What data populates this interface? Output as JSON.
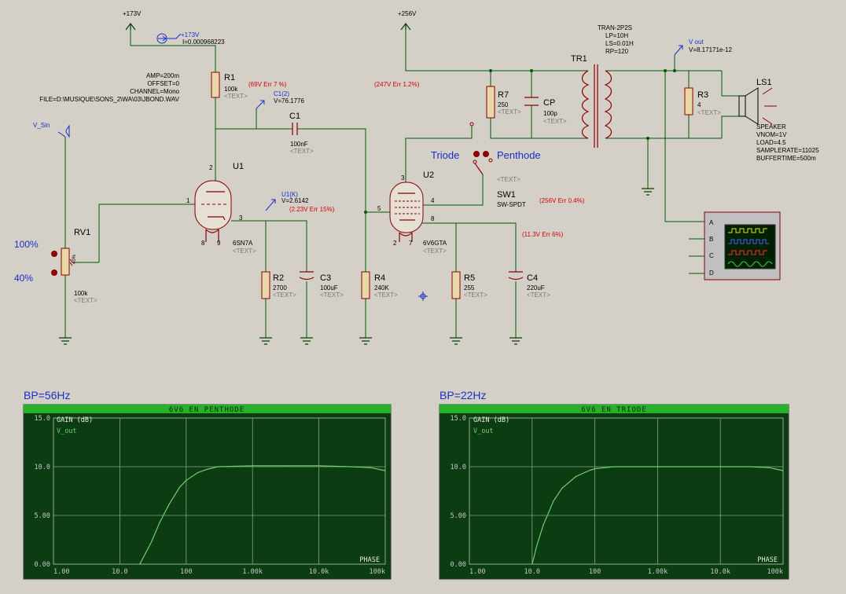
{
  "supplies": {
    "left": "+173V",
    "right": "+256V"
  },
  "probe_current": {
    "name": "+173V",
    "value": "I=0.000968223"
  },
  "audio_source": {
    "amp": "AMP=200m",
    "offset": "OFFSET=0",
    "channel": "CHANNEL=Mono",
    "file": "FILE=D:\\MUSIQUE\\SONS_2\\WA\\03\\JBOND.WAV"
  },
  "v_sin": "V_Sin",
  "rv1": {
    "ref": "RV1",
    "value": "100k",
    "text": "<TEXT>",
    "pos_top": "100%",
    "pos_bottom": "40%",
    "wiper": "40%"
  },
  "r1": {
    "ref": "R1",
    "value": "100k",
    "text": "<TEXT>"
  },
  "r1_annot": "(69V Err 7 %)",
  "c1_probe": {
    "name": "C1(2)",
    "value": "V=76.1776"
  },
  "c1": {
    "ref": "C1",
    "value": "100nF",
    "text": "<TEXT>"
  },
  "u1": {
    "ref": "U1",
    "type": "6SN7A",
    "text": "<TEXT>",
    "pin_grid": "1",
    "pin_plate": "2",
    "pin_cathode": "3",
    "pin_h1": "8",
    "pin_h2": "9"
  },
  "u1k_probe": {
    "name": "U1(K)",
    "value": "V=2.6142"
  },
  "u1k_annot": "(2.23V Err 15%)",
  "r2": {
    "ref": "R2",
    "value": "2700",
    "text": "<TEXT>"
  },
  "c3": {
    "ref": "C3",
    "value": "100uF",
    "text": "<TEXT>"
  },
  "r4": {
    "ref": "R4",
    "value": "240K",
    "text": "<TEXT>"
  },
  "u2": {
    "ref": "U2",
    "type": "6V6GTA",
    "text": "<TEXT>",
    "pin_plate": "3",
    "pin_g2": "4",
    "pin_grid": "5",
    "pin_cathode": "8",
    "pin_h1": "2",
    "pin_h2": "7"
  },
  "r5": {
    "ref": "R5",
    "value": "255",
    "text": "<TEXT>"
  },
  "c4": {
    "ref": "C4",
    "value": "220uF",
    "text": "<TEXT>"
  },
  "c4_annot": "(11.3V Err 6%)",
  "plate_annot": "(247V Err 1.2%)",
  "r7": {
    "ref": "R7",
    "value": "250",
    "text": "<TEXT>"
  },
  "cp": {
    "ref": "CP",
    "value": "100p",
    "text": "<TEXT>"
  },
  "switch_labels": {
    "triode": "Triode",
    "penthode": "Penthode"
  },
  "sw1": {
    "ref": "SW1",
    "type": "SW-SPDT",
    "text": "<TEXT>"
  },
  "sw1_annot": "(256V Err 0.4%)",
  "tr1": {
    "ref": "TR1",
    "type": "TRAN-2P2S",
    "lp": "LP=10H",
    "ls": "LS=0.01H",
    "rp": "RP=120"
  },
  "vout_probe": {
    "name": "V out",
    "value": "V=8.17171e-12"
  },
  "r3": {
    "ref": "R3",
    "value": "4",
    "text": "<TEXT>"
  },
  "ls1": {
    "ref": "LS1",
    "type": "SPEAKER",
    "vnom": "VNOM=1V",
    "load": "LOAD=4.5",
    "samplerate": "SAMPLERATE=11025",
    "buffertime": "BUFFERTIME=500m"
  },
  "scope": {
    "channels": [
      "A",
      "B",
      "C",
      "D"
    ]
  },
  "graphs": [
    {
      "bp_label": "BP=56Hz",
      "title": "6V6 EN PENTHODE",
      "ylabel": "GAIN (dB)",
      "series_name": "V_out",
      "phase_label": "PHASE",
      "y_ticks": [
        "15.0",
        "10.0",
        "5.00",
        "0.00"
      ],
      "x_ticks": [
        "1.00",
        "10.0",
        "100",
        "1.00k",
        "10.0k",
        "100k"
      ]
    },
    {
      "bp_label": "BP=22Hz",
      "title": "6V6 EN TRIODE",
      "ylabel": "GAIN (dB)",
      "series_name": "V_out",
      "phase_label": "PHASE",
      "y_ticks": [
        "15.0",
        "10.0",
        "5.00",
        "0.00"
      ],
      "x_ticks": [
        "1.00",
        "10.0",
        "100",
        "1.00k",
        "10.0k",
        "100k"
      ]
    }
  ],
  "chart_data": [
    {
      "type": "line",
      "title": "6V6 EN PENTHODE",
      "ylabel": "GAIN (dB)",
      "xscale": "log",
      "xlim": [
        1,
        100000
      ],
      "ylim": [
        0,
        15
      ],
      "grid": true,
      "series": [
        {
          "name": "V_out",
          "x": [
            20,
            30,
            40,
            56,
            80,
            100,
            150,
            200,
            300,
            1000,
            3000,
            10000,
            30000,
            60000,
            100000
          ],
          "y": [
            0,
            2.3,
            4.3,
            6.2,
            7.9,
            8.6,
            9.4,
            9.7,
            10.0,
            10.1,
            10.1,
            10.1,
            10.0,
            9.9,
            9.6
          ]
        }
      ]
    },
    {
      "type": "line",
      "title": "6V6 EN TRIODE",
      "ylabel": "GAIN (dB)",
      "xscale": "log",
      "xlim": [
        1,
        100000
      ],
      "ylim": [
        0,
        15
      ],
      "grid": true,
      "series": [
        {
          "name": "V_out",
          "x": [
            10,
            12,
            15,
            22,
            30,
            50,
            80,
            100,
            200,
            1000,
            10000,
            30000,
            60000,
            100000
          ],
          "y": [
            0,
            2.0,
            4.0,
            6.5,
            7.8,
            9.0,
            9.6,
            9.8,
            10.0,
            10.0,
            10.0,
            10.0,
            9.9,
            9.6
          ]
        }
      ]
    }
  ]
}
